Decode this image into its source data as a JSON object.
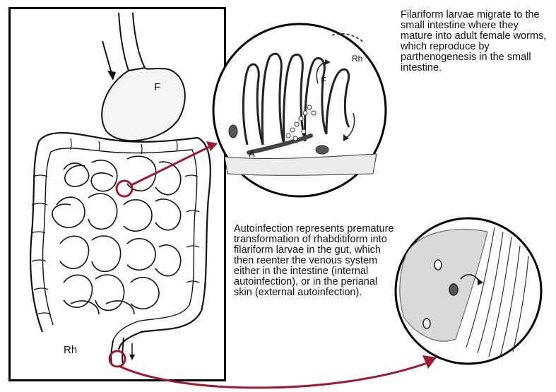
{
  "labels": {
    "stomach": "F",
    "rectum": "Rh",
    "inset_rh": "Rh",
    "inset_f": "F",
    "inset_a": "A"
  },
  "captions": {
    "top": "Filariform larvae migrate to the small intestine where they mature into adult female worms, which reproduce by parthenogenesis in the small intestine.",
    "bottom": "Autoinfection represents premature transformation of rhabditiform into filariform larvae in the gut, which then reenter the venous system either in the intestine (internal autoinfection), or in the perianal skin (external autoinfection)."
  },
  "colors": {
    "pointer": "#9b1b30",
    "line": "#111111"
  }
}
